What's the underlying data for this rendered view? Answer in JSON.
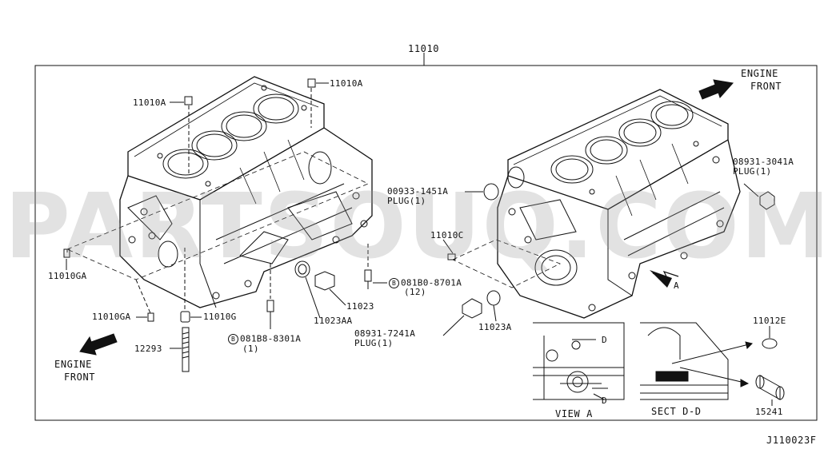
{
  "diagram": {
    "main_part": "11010",
    "diagram_code": "J110023F",
    "watermark": "PARTSOUQ.COM",
    "labels": {
      "p11010A_left": "11010A",
      "p11010A_top": "11010A",
      "p11010GA_1": "11010GA",
      "p11010GA_2": "11010GA",
      "p11010G": "11010G",
      "p12293": "12293",
      "bolt_081B8_code": "081B8-8301A",
      "bolt_081B8_qty": "(1)",
      "p11023AA": "11023AA",
      "p11023": "11023",
      "bolt_081B0_code": "081B0-8701A",
      "bolt_081B0_qty": "(12)",
      "plug_00933_code": "00933-1451A",
      "plug_00933_name": "PLUG(1)",
      "p11010C": "11010C",
      "plug_08931_7241_code": "08931-7241A",
      "plug_08931_7241_name": "PLUG(1)",
      "p11023A": "11023A",
      "plug_08931_3041_code": "08931-3041A",
      "plug_08931_3041_name": "PLUG(1)",
      "p11012E": "11012E",
      "p15241": "15241",
      "engine_front_left_1": "ENGINE",
      "engine_front_left_2": "FRONT",
      "engine_front_right_1": "ENGINE",
      "engine_front_right_2": "FRONT",
      "view_a_marker": "A",
      "view_a": "VIEW A",
      "sect_dd": "SECT D-D",
      "d_marker_1": "D",
      "d_marker_2": "D",
      "b_marker": "B"
    }
  }
}
